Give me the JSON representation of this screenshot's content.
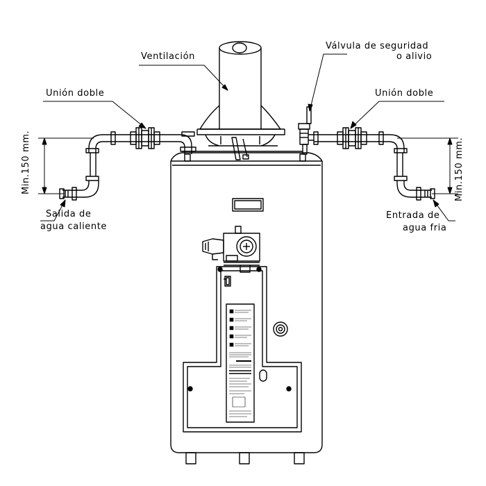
{
  "labels": {
    "ventilacion": "Ventilación",
    "valvula_line1": "Válvula de seguridad",
    "valvula_line2": "o alivio",
    "union_left": "Unión doble",
    "union_right": "Unión doble",
    "min_left": "Min.150 mm.",
    "min_right": "Min.150 mm.",
    "salida_line1": "Salida de",
    "salida_line2": "agua caliente",
    "entrada_line1": "Entrada de",
    "entrada_line2": "agua fria"
  },
  "colors": {
    "line": "#000000",
    "background": "#ffffff"
  }
}
